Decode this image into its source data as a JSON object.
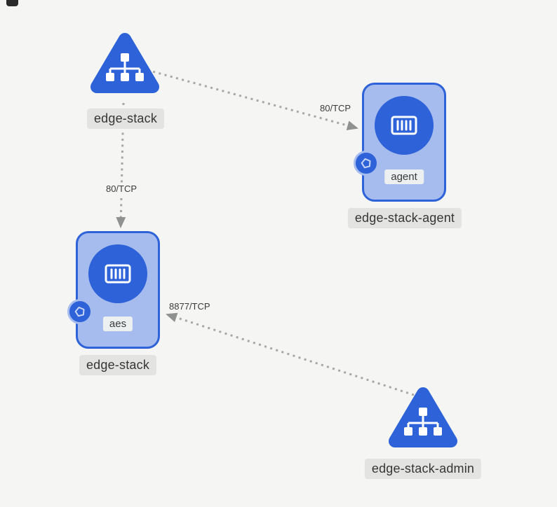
{
  "canvas": {
    "background": "#f5f6f4"
  },
  "colors": {
    "accent_blue": "#2d62d8",
    "pod_fill": "#a6bcee",
    "label_chip_bg": "#e3e4e1",
    "edge_gray": "#a7a7a5",
    "arrow_gray": "#8f9190"
  },
  "nodes": {
    "service_edge_stack": {
      "type": "service",
      "label": "edge-stack"
    },
    "pod_edge_stack_agent": {
      "type": "pod",
      "label": "edge-stack-agent",
      "container_label": "agent"
    },
    "pod_edge_stack": {
      "type": "pod",
      "label": "edge-stack",
      "container_label": "aes"
    },
    "service_edge_stack_admin": {
      "type": "service",
      "label": "edge-stack-admin"
    }
  },
  "edges": [
    {
      "from": "edge-stack",
      "to": "edge-stack-agent",
      "label": "80/TCP"
    },
    {
      "from": "edge-stack",
      "to": "edge-stack",
      "label": "80/TCP"
    },
    {
      "from": "edge-stack-admin",
      "to": "edge-stack",
      "label": "8877/TCP"
    }
  ]
}
